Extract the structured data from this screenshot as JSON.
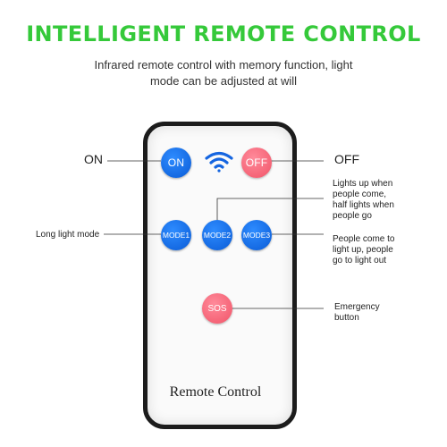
{
  "header": {
    "title": "INTELLIGENT REMOTE CONTROL",
    "subtitle_line1": "Infrared remote control with memory function, light",
    "subtitle_line2": "mode can be adjusted at will"
  },
  "remote": {
    "buttons": {
      "on": "ON",
      "off": "OFF",
      "mode1": "MODE1",
      "mode2": "MODE2",
      "mode3": "MODE3",
      "sos": "SOS"
    },
    "label": "Remote Control",
    "signal_icon": "wifi-signal-icon"
  },
  "callouts": {
    "on": "ON",
    "off": "OFF",
    "mode1": "Long light mode",
    "mode2": [
      "Lights up when",
      "people come,",
      "half lights when",
      "people go"
    ],
    "mode3": [
      "People come to",
      "light up, people",
      "go to light out"
    ],
    "sos": [
      "Emergency",
      "button"
    ]
  },
  "colors": {
    "headline_green": "#35c93a",
    "button_blue": "#0a5bd6",
    "button_red": "#f15468"
  }
}
